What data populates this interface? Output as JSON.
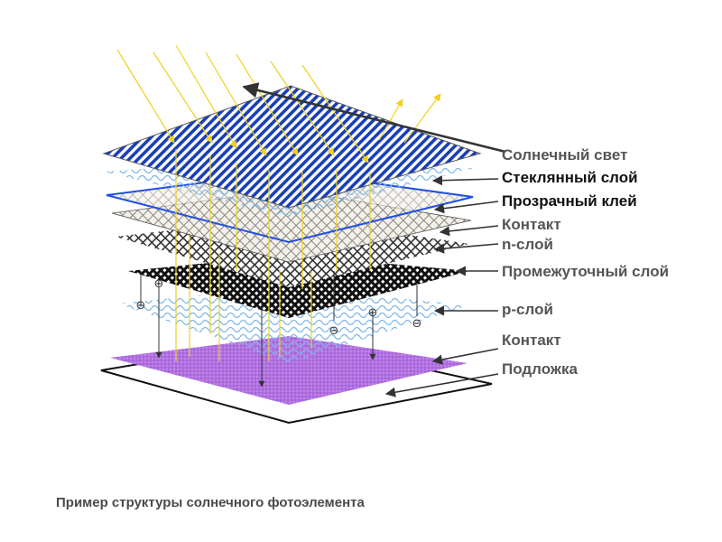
{
  "labels": {
    "sunlight": "Солнечный свет",
    "glass_layer": "Стеклянный слой",
    "transparent_glue": "Прозрачный клей",
    "contact_top": "Контакт",
    "n_layer": "n-слой",
    "intermediate_layer": "Промежуточный слой",
    "p_layer": "p-слой",
    "contact_bottom": "Контакт",
    "substrate": "Подложка"
  },
  "caption": "Пример структуры солнечного фотоэлемента",
  "charges": {
    "plus": "⊕",
    "minus": "⊖"
  },
  "colors": {
    "glass": "#1a3fb5",
    "glue_outline": "#2050e0",
    "contact_mesh": "#333333",
    "p_layer": "#7eb6e8",
    "bottom_contact": "#b070e0",
    "sun_ray": "#f0d020",
    "label_text": "#555555"
  }
}
